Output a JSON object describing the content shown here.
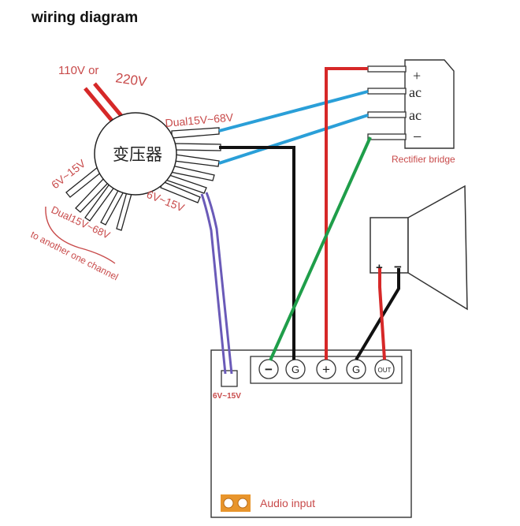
{
  "title": "wiring diagram",
  "labels": {
    "mains_110": "110V or",
    "mains_220": "220V",
    "transformer": "变压器",
    "dual_15_68_top": "Dual15V~68V",
    "tap_6_15_left": "6V~15V",
    "tap_6_15_right": "6V~15V",
    "dual_15_68_bottom": "Dual15V~68V",
    "another_channel": "to another one channel",
    "rect_plus": "+",
    "rect_ac1": "ac",
    "rect_ac2": "ac",
    "rect_minus": "−",
    "rectifier_bridge": "Rectifier bridge",
    "speaker_plus": "+",
    "speaker_minus": "−",
    "term_minus": "−",
    "term_g1": "G",
    "term_plus": "+",
    "term_g2": "G",
    "term_out": "OUT",
    "board_input": "6V~15V",
    "audio_input": "Audio input"
  },
  "colors": {
    "red_wire": "#d62828",
    "blue_wire": "#2a9fd8",
    "black_wire": "#111111",
    "green_wire": "#1f9e4a",
    "purple_wire": "#6a5ab8",
    "orange_jack": "#e8952c",
    "label_red": "#c84a4a"
  }
}
